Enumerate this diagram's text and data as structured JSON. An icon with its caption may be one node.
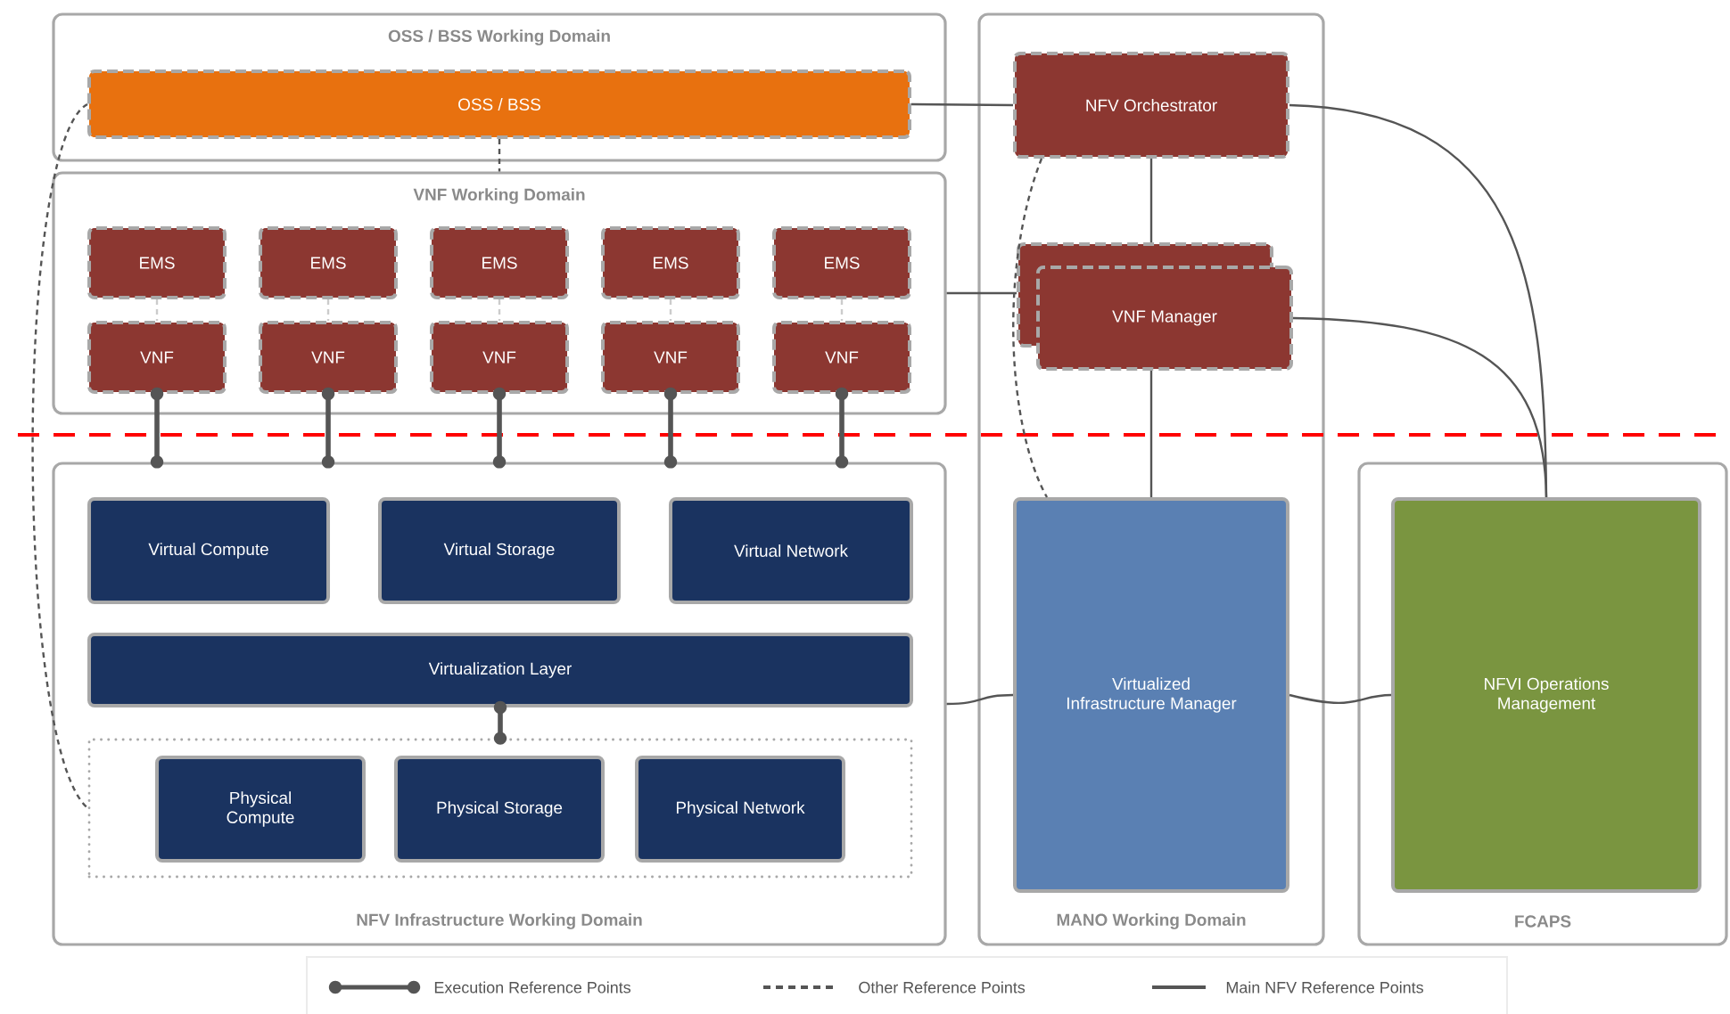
{
  "diagram": {
    "nodes": [
      {
        "text": [
          "OSS / BSS Working Domain"
        ]
      },
      {
        "text": [
          "OSS / BSS"
        ],
        "in": 0
      },
      {
        "text": [
          "VNF Working Domain"
        ]
      },
      {
        "text": [
          "EMS"
        ],
        "in": 2
      },
      {
        "text": [
          "EMS"
        ],
        "in": 2
      },
      {
        "text": [
          "EMS"
        ],
        "in": 2
      },
      {
        "text": [
          "EMS"
        ],
        "in": 2
      },
      {
        "text": [
          "EMS"
        ],
        "in": 2
      },
      {
        "text": [
          "VNF"
        ],
        "in": 2
      },
      {
        "text": [
          "VNF"
        ],
        "in": 2
      },
      {
        "text": [
          "VNF"
        ],
        "in": 2
      },
      {
        "text": [
          "VNF"
        ],
        "in": 2
      },
      {
        "text": [
          "VNF"
        ],
        "in": 2
      },
      {
        "text": [
          "MANO Working Domain"
        ]
      },
      {
        "text": [
          "NFV Orchestrator"
        ],
        "in": 13
      },
      {
        "text": [
          "VNF Manager"
        ],
        "in": 13
      },
      {
        "text": [
          "Virtualized Infrastructure Manager"
        ],
        "in": 13
      },
      {
        "text": [
          "NFV Infrastructure Working Domain"
        ]
      },
      {
        "text": [
          "Virtual Compute"
        ],
        "in": 17
      },
      {
        "text": [
          "Virtual Storage"
        ],
        "in": 17
      },
      {
        "text": [
          "Virtual Network"
        ],
        "in": 17
      },
      {
        "text": [
          "Virtualization Layer"
        ],
        "in": 17
      },
      {
        "text": [],
        "shape": "box",
        "in": 17
      },
      {
        "text": [
          "Physical Compute"
        ],
        "in": 22
      },
      {
        "text": [
          "Physical Storage"
        ],
        "in": 22
      },
      {
        "text": [
          "Physical Network"
        ],
        "in": 22
      },
      {
        "text": [
          "FCAPS"
        ]
      },
      {
        "text": [
          "NFVI Operations Management"
        ],
        "in": 26
      }
    ],
    "edges": [
      {
        "from": 1,
        "to": 2,
        "arrow": "none",
        "style": "dashed"
      },
      {
        "from": 3,
        "to": 8,
        "arrow": "none",
        "style": "dashed",
        "color": "#cccccc"
      },
      {
        "from": 4,
        "to": 9,
        "arrow": "none",
        "style": "dashed",
        "color": "#cccccc"
      },
      {
        "from": 5,
        "to": 10,
        "arrow": "none",
        "style": "dashed",
        "color": "#cccccc"
      },
      {
        "from": 6,
        "to": 11,
        "arrow": "none",
        "style": "dashed",
        "color": "#cccccc"
      },
      {
        "from": 7,
        "to": 12,
        "arrow": "none",
        "style": "dashed",
        "color": "#cccccc"
      },
      {
        "from": 8,
        "to": 17,
        "arrow": "other",
        "style": "thick"
      },
      {
        "from": 9,
        "to": 17,
        "arrow": "other",
        "style": "thick"
      },
      {
        "from": 10,
        "to": 17,
        "arrow": "other",
        "style": "thick"
      },
      {
        "from": 11,
        "to": 17,
        "arrow": "other",
        "style": "thick"
      },
      {
        "from": 12,
        "to": 17,
        "arrow": "other",
        "style": "thick"
      },
      {
        "from": 21,
        "to": 22,
        "arrow": "other",
        "style": "thick"
      },
      {
        "from": 1,
        "to": 14,
        "arrow": "none"
      },
      {
        "from": 2,
        "to": 15,
        "arrow": "none"
      },
      {
        "from": 14,
        "to": 15,
        "arrow": "none"
      },
      {
        "from": 15,
        "to": 16,
        "arrow": "none"
      },
      {
        "from": 14,
        "to": 16,
        "arrow": "none",
        "style": "dashed"
      },
      {
        "from": 14,
        "to": 27,
        "arrow": "none"
      },
      {
        "from": 15,
        "to": 27,
        "arrow": "none"
      },
      {
        "from": 17,
        "to": 16,
        "arrow": "none"
      },
      {
        "from": 16,
        "to": 27,
        "arrow": "none"
      },
      {
        "from": 1,
        "to": 22,
        "arrow": "none",
        "style": "dashed"
      }
    ],
    "legend": [
      {
        "text": "Execution Reference Points"
      },
      {
        "text": "Other Reference Points"
      },
      {
        "text": "Main NFV Reference Points"
      }
    ]
  }
}
